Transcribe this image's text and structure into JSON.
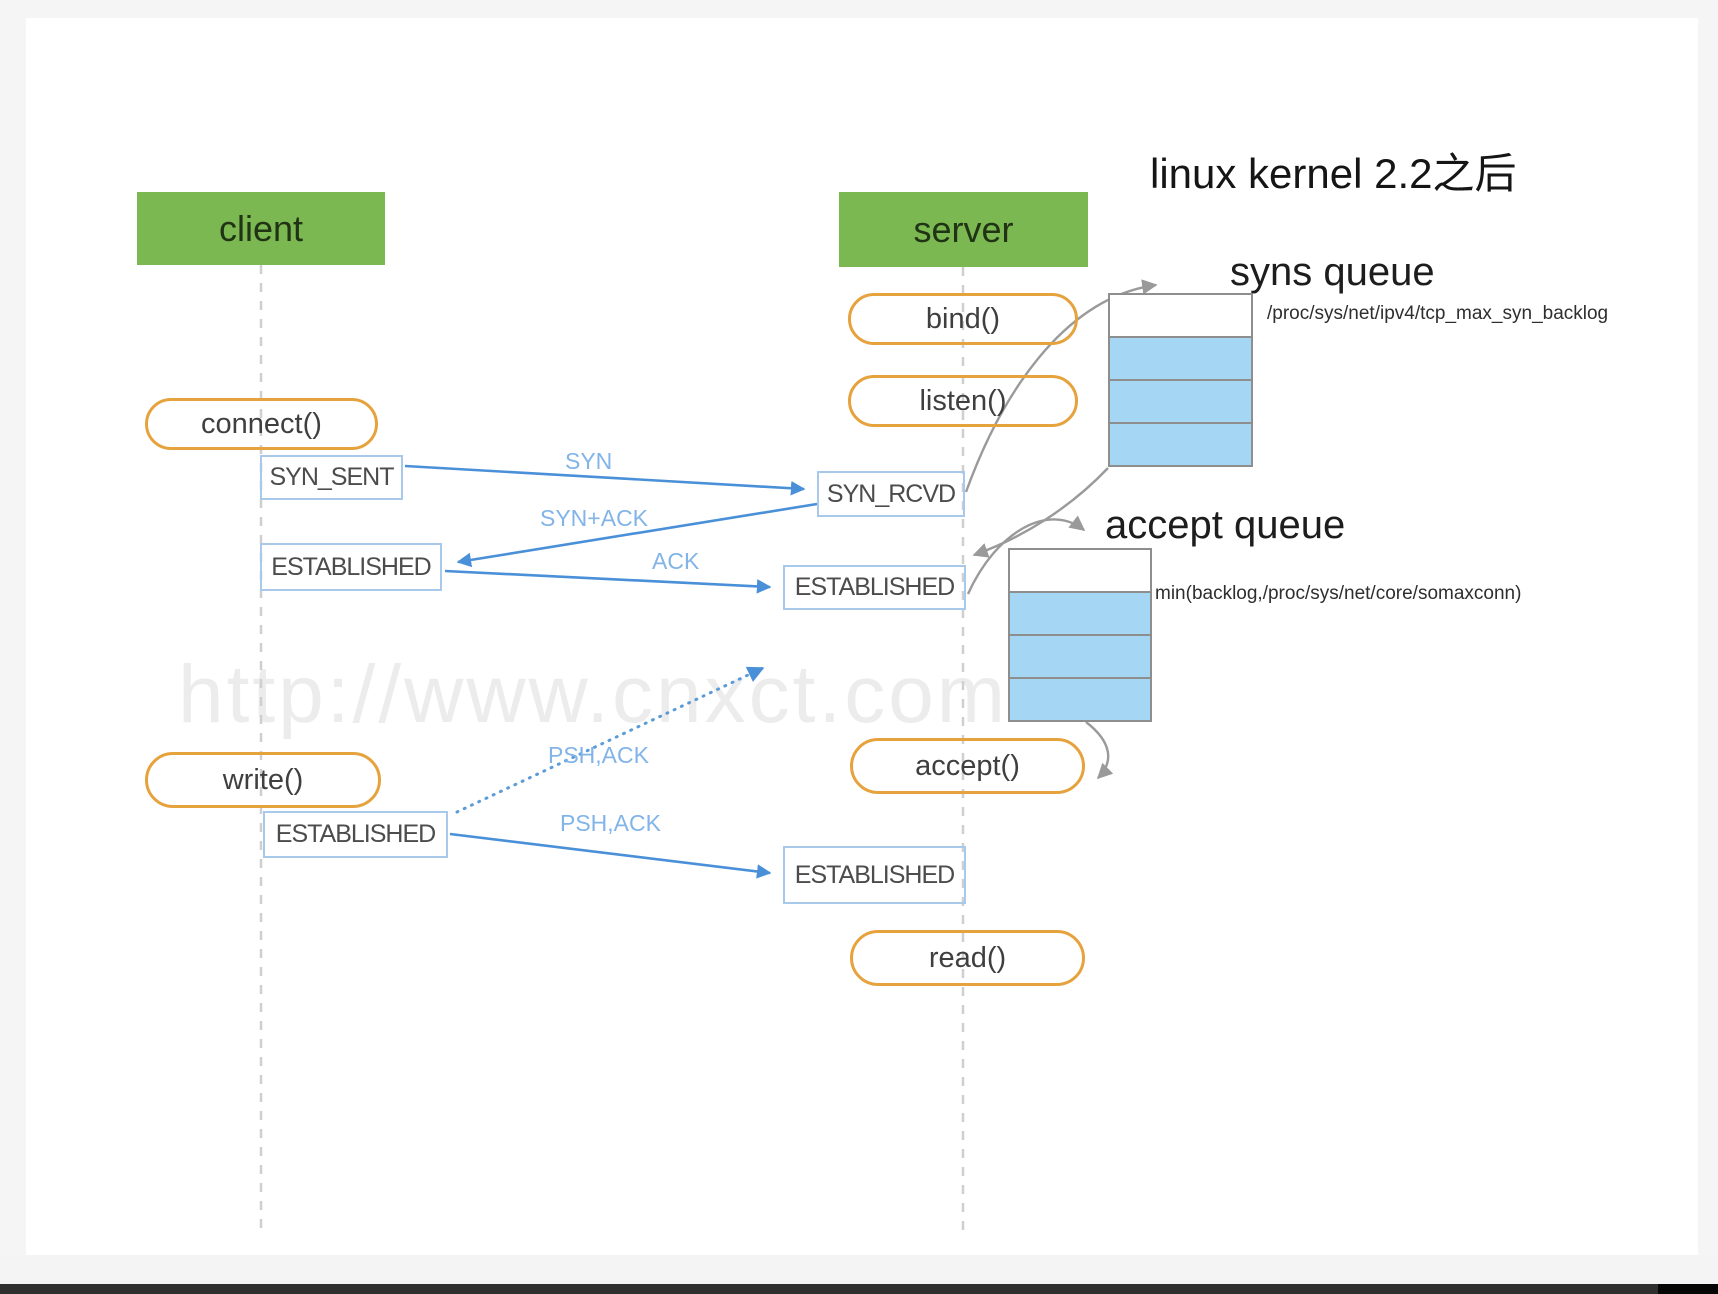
{
  "page": {
    "title": "linux  kernel 2.2之后",
    "watermark": "http://www.cnxct.com"
  },
  "actors": {
    "client": "client",
    "server": "server"
  },
  "calls": {
    "connect": "connect()",
    "bind": "bind()",
    "listen": "listen()",
    "write": "write()",
    "accept": "accept()",
    "read": "read()"
  },
  "states": {
    "syn_sent": "SYN_SENT",
    "syn_rcvd": "SYN_RCVD",
    "established": "ESTABLISHED"
  },
  "messages": {
    "syn": "SYN",
    "syn_ack": "SYN+ACK",
    "ack": "ACK",
    "psh_ack_push": "PSH,ACK",
    "psh_ack_data": "PSH,ACK"
  },
  "syns_queue": {
    "title": "syns queue",
    "annotation": "/proc/sys/net/ipv4/tcp_max_syn_backlog",
    "slots": {
      "free": 1,
      "filled": 3
    }
  },
  "accept_queue": {
    "title": "accept queue",
    "annotation": "min(backlog,/proc/sys/net/core/somaxconn)",
    "slots": {
      "free": 1,
      "filled": 3
    }
  },
  "colors": {
    "actor_green": "#7cb851",
    "pill_orange": "#e6a23c",
    "arrow_blue": "#4a90d8",
    "label_blue": "#82b4e8",
    "queue_fill": "#a5d7f5",
    "gray_arrow": "#9a9a9a"
  }
}
